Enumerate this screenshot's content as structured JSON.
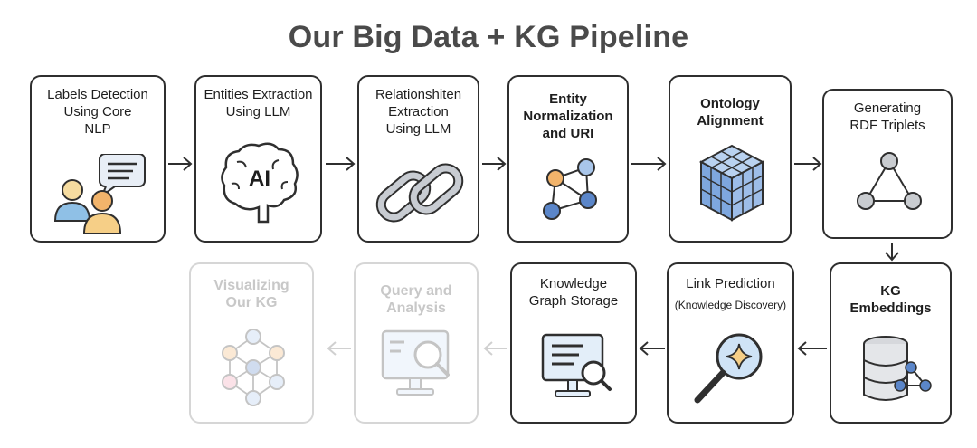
{
  "title": "Our Big Data + KG Pipeline",
  "stages": [
    {
      "label": "Labels Detection\nUsing Core\nNLP",
      "icon": "people-chat-icon"
    },
    {
      "label": "Entities Extraction\nUsing LLM",
      "icon": "ai-brain-icon",
      "icon_text": "AI"
    },
    {
      "label": "Relationshiten\nExtraction\nUsing LLM",
      "icon": "chain-link-icon"
    },
    {
      "label": "Entity\nNormalization\nand URI",
      "icon": "graph-nodes-icon"
    },
    {
      "label": "Ontology\nAlignment",
      "icon": "cube-icon"
    },
    {
      "label": "Generating\nRDF Triplets",
      "icon": "triangle-graph-icon"
    },
    {
      "label": "KG\nEmbeddings",
      "icon": "database-graph-icon"
    },
    {
      "label": "Link Prediction",
      "sublabel": "(Knowledge Discovery)",
      "icon": "magnifier-sparkle-icon"
    },
    {
      "label": "Knowledge\nGraph Storage",
      "icon": "monitor-search-icon"
    },
    {
      "label": "Query and\nAnalysis",
      "icon": "screen-search-icon"
    },
    {
      "label": "Visualizing\nOur KG",
      "icon": "network-graph-icon"
    }
  ],
  "colors": {
    "border": "#2f2f2f",
    "faded_border": "#d6d6d6",
    "blue_node": "#5b86c9",
    "light_blue": "#a9c6ea",
    "orange_node": "#f2b46b",
    "title": "#4a4a4a"
  }
}
